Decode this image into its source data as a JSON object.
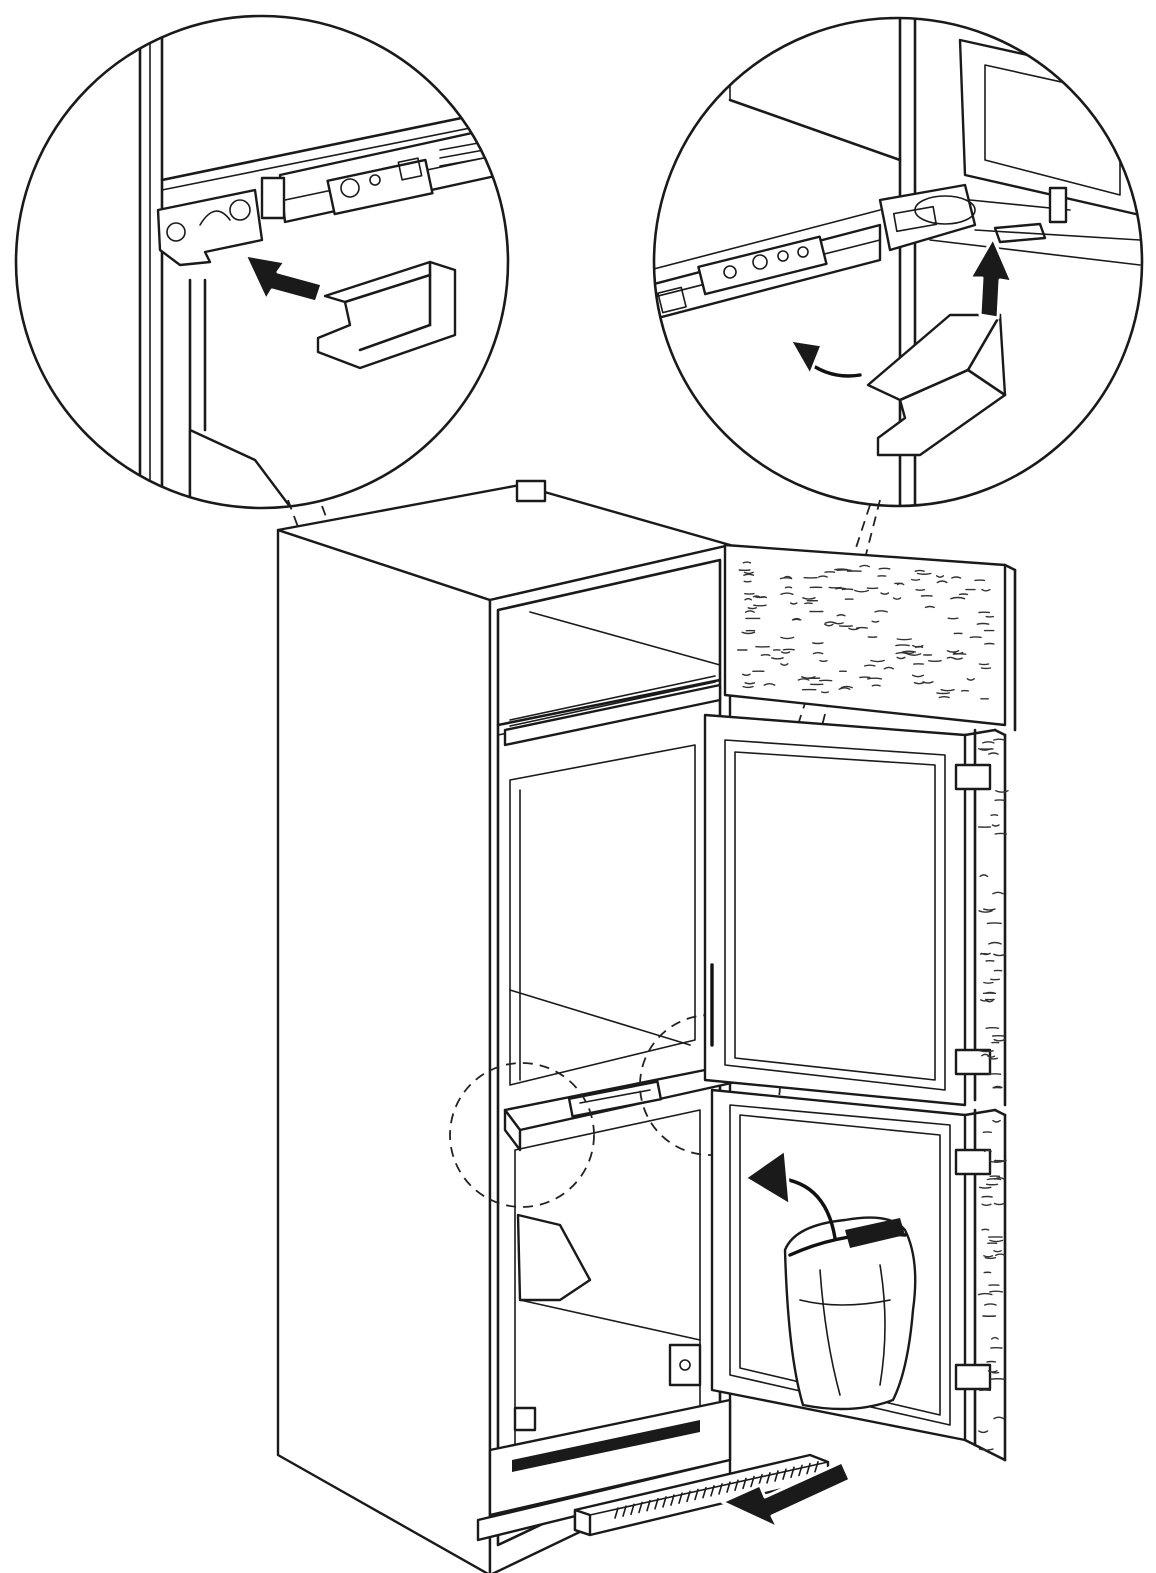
{
  "figure": {
    "type": "installation-line-drawing",
    "ink_color": "#1a1a1a",
    "background_color": "#ffffff",
    "detail_views": [
      "hinge-cover-removal-detail",
      "hinge-cover-fitting-detail"
    ],
    "arrows": [
      "push-cover-arrow",
      "lift-cover-arrow",
      "swing-cover-arrow",
      "remove-bag-arrow",
      "insert-vent-grille-arrow"
    ]
  }
}
